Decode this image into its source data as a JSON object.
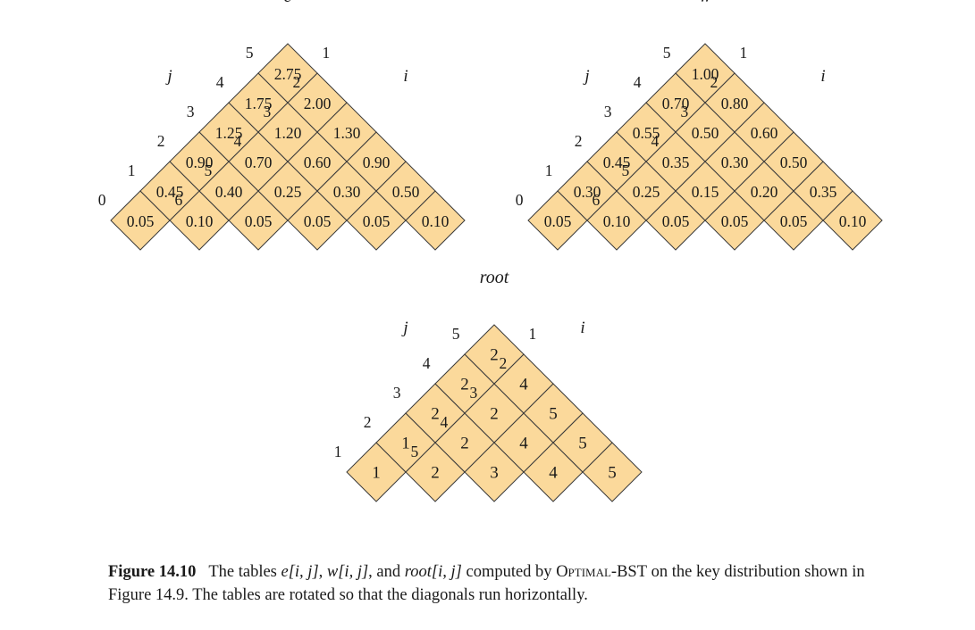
{
  "colors": {
    "cell_fill": "#fbd99b",
    "cell_stroke": "#3a3a3a",
    "text": "#1a1a1a"
  },
  "tables": [
    {
      "name": "e",
      "title": "e",
      "j_axis_label": "j",
      "i_axis_label": "i",
      "j_indices": [
        "0",
        "1",
        "2",
        "3",
        "4",
        "5"
      ],
      "i_indices": [
        "1",
        "2",
        "3",
        "4",
        "5",
        "6"
      ],
      "rows": [
        [
          "0.05",
          "0.10",
          "0.05",
          "0.05",
          "0.05",
          "0.10"
        ],
        [
          "0.45",
          "0.40",
          "0.25",
          "0.30",
          "0.50"
        ],
        [
          "0.90",
          "0.70",
          "0.60",
          "0.90"
        ],
        [
          "1.25",
          "1.20",
          "1.30"
        ],
        [
          "1.75",
          "2.00"
        ],
        [
          "2.75"
        ]
      ]
    },
    {
      "name": "w",
      "title": "w",
      "j_axis_label": "j",
      "i_axis_label": "i",
      "j_indices": [
        "0",
        "1",
        "2",
        "3",
        "4",
        "5"
      ],
      "i_indices": [
        "1",
        "2",
        "3",
        "4",
        "5",
        "6"
      ],
      "rows": [
        [
          "0.05",
          "0.10",
          "0.05",
          "0.05",
          "0.05",
          "0.10"
        ],
        [
          "0.30",
          "0.25",
          "0.15",
          "0.20",
          "0.35"
        ],
        [
          "0.45",
          "0.35",
          "0.30",
          "0.50"
        ],
        [
          "0.55",
          "0.50",
          "0.60"
        ],
        [
          "0.70",
          "0.80"
        ],
        [
          "1.00"
        ]
      ]
    },
    {
      "name": "root",
      "title": "root",
      "j_axis_label": "j",
      "i_axis_label": "i",
      "j_indices": [
        "1",
        "2",
        "3",
        "4",
        "5"
      ],
      "i_indices": [
        "1",
        "2",
        "3",
        "4",
        "5"
      ],
      "rows": [
        [
          "1",
          "2",
          "3",
          "4",
          "5"
        ],
        [
          "1",
          "2",
          "4",
          "5"
        ],
        [
          "2",
          "2",
          "5"
        ],
        [
          "2",
          "4"
        ],
        [
          "2"
        ]
      ]
    }
  ],
  "caption": {
    "label": "Figure 14.10",
    "text_1": "The tables ",
    "e_ij": "e[i, j]",
    "sep_1": ", ",
    "w_ij": "w[i, j]",
    "sep_2": ", and ",
    "root_ij": "root[i, j]",
    "text_2": " computed by ",
    "algorithm": "Optimal-BST",
    "text_3": " on the key distribution shown in Figure 14.9. The tables are rotated so that the diagonals run horizontally."
  }
}
